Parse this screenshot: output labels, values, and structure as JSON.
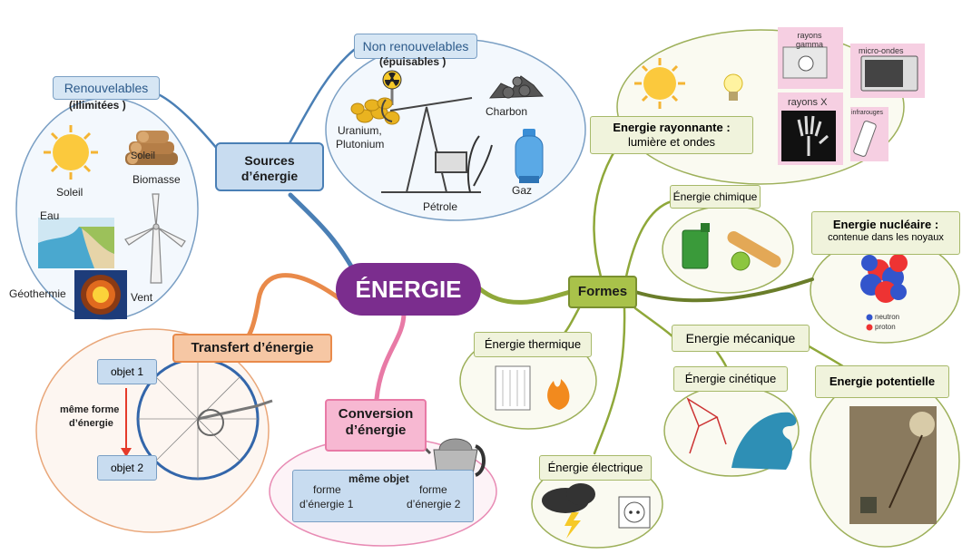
{
  "center": {
    "title": "ÉNERGIE"
  },
  "sources": {
    "label": "Sources d’énergie",
    "renouvelables": {
      "title": "Renouvelables",
      "subtitle": "(illimitées )",
      "items": [
        "Soleil",
        "Soleil",
        "Biomasse",
        "Eau",
        "Géothermie",
        "Vent"
      ]
    },
    "non_renouvelables": {
      "title": "Non renouvelables",
      "subtitle": "(épuisables )",
      "items": [
        "Uranium,",
        "Plutonium",
        "Charbon",
        "Pétrole",
        "Gaz"
      ]
    }
  },
  "transfert": {
    "label": "Transfert d’énergie",
    "objet1": "objet 1",
    "objet2": "objet 2",
    "meme_forme_1": "même forme",
    "meme_forme_2": "d’énergie"
  },
  "conversion": {
    "label_1": "Conversion",
    "label_2": "d’énergie",
    "meme_objet": "même objet",
    "forme1_a": "forme",
    "forme1_b": "d’énergie 1",
    "forme2_a": "forme",
    "forme2_b": "d’énergie 2"
  },
  "formes": {
    "label": "Formes",
    "rayonnante": {
      "title": "Energie rayonnante :",
      "subtitle": "lumière et ondes",
      "items": [
        "rayons gamma",
        "micro-ondes",
        "rayons X",
        "infrarouges"
      ]
    },
    "chimique": "Énergie chimique",
    "nucleaire": {
      "title": "Energie nucléaire :",
      "subtitle": "contenue dans les noyaux",
      "legend": [
        "neutron",
        "proton"
      ]
    },
    "thermique": "Énergie thermique",
    "mecanique": "Energie mécanique",
    "cinetique": "Énergie cinétique",
    "potentielle": "Energie potentielle",
    "electrique": "Énergie électrique"
  },
  "colors": {
    "sources_blue": "#4a7fb5",
    "box_blue": "#c8dcf0",
    "center_purple": "#7b2d8e",
    "formes_green": "#8fa83a",
    "transfert_orange": "#e98a4a",
    "conversion_pink": "#e87aa6"
  }
}
